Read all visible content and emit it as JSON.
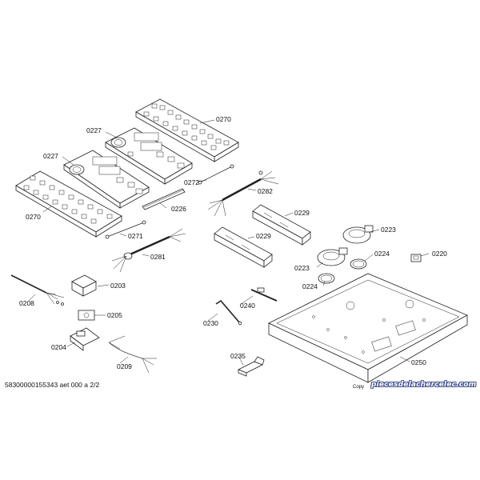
{
  "diagram": {
    "doc_reference": "58300000155343 aet 000 a 2/2",
    "watermark": "piecesdelachercelec.com",
    "copyright_fragment": "Copy",
    "parts": [
      {
        "id": "0270",
        "label": "0270"
      },
      {
        "id": "0227",
        "label": "0227"
      },
      {
        "id": "0270b",
        "label": "0270"
      },
      {
        "id": "0227b",
        "label": "0227"
      },
      {
        "id": "0272",
        "label": "0272"
      },
      {
        "id": "0282",
        "label": "0282"
      },
      {
        "id": "0226",
        "label": "0226"
      },
      {
        "id": "0229",
        "label": "0229"
      },
      {
        "id": "0229b",
        "label": "0229"
      },
      {
        "id": "0223",
        "label": "0223"
      },
      {
        "id": "0223b",
        "label": "0223"
      },
      {
        "id": "0224",
        "label": "0224"
      },
      {
        "id": "0224b",
        "label": "0224"
      },
      {
        "id": "0220",
        "label": "0220"
      },
      {
        "id": "0271",
        "label": "0271"
      },
      {
        "id": "0281",
        "label": "0281"
      },
      {
        "id": "0208",
        "label": "0208"
      },
      {
        "id": "0203",
        "label": "0203"
      },
      {
        "id": "0205",
        "label": "0205"
      },
      {
        "id": "0204",
        "label": "0204"
      },
      {
        "id": "0209",
        "label": "0209"
      },
      {
        "id": "0240",
        "label": "0240"
      },
      {
        "id": "0230",
        "label": "0230"
      },
      {
        "id": "0235",
        "label": "0235"
      },
      {
        "id": "0250",
        "label": "0250"
      }
    ]
  }
}
